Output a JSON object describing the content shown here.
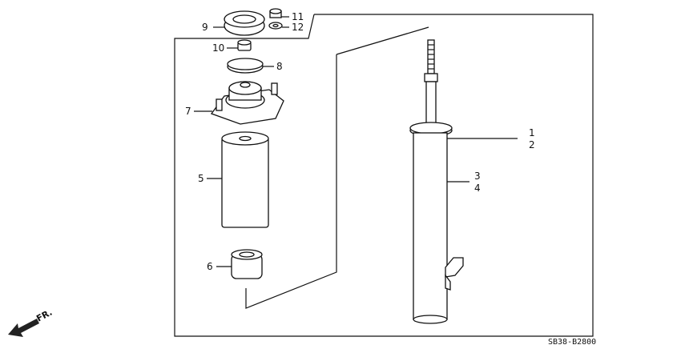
{
  "diagram": {
    "callouts": [
      {
        "id": "c1",
        "text": "1"
      },
      {
        "id": "c2",
        "text": "2"
      },
      {
        "id": "c3",
        "text": "3"
      },
      {
        "id": "c4",
        "text": "4"
      },
      {
        "id": "c5",
        "text": "5"
      },
      {
        "id": "c6",
        "text": "6"
      },
      {
        "id": "c7",
        "text": "7"
      },
      {
        "id": "c8",
        "text": "8"
      },
      {
        "id": "c9",
        "text": "9"
      },
      {
        "id": "c10",
        "text": "10"
      },
      {
        "id": "c11",
        "text": "11"
      },
      {
        "id": "c12",
        "text": "12"
      }
    ],
    "direction_label": "FR.",
    "diagram_code": "SB38-B2800"
  }
}
